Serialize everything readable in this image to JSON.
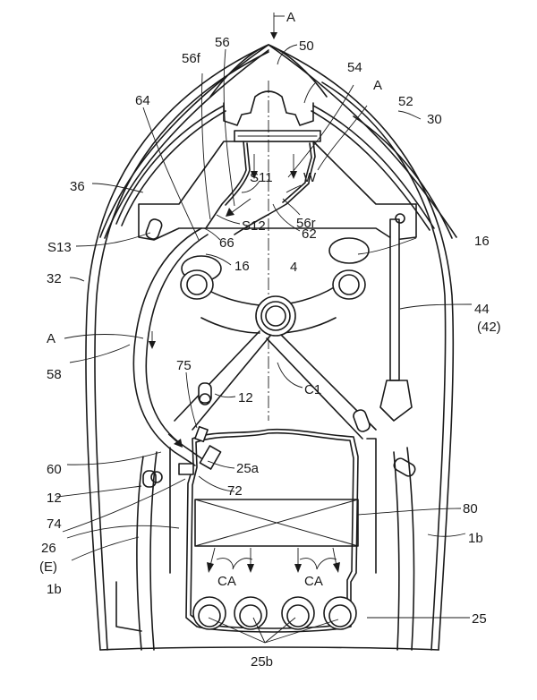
{
  "figure": {
    "type": "patent line drawing (top view, vehicle front section)",
    "colors": {
      "ink": "#1a1a1a",
      "paper": "#ffffff"
    },
    "labels": {
      "section_A_top": "A",
      "n50": "50",
      "n54": "54",
      "n56": "56",
      "n56f": "56f",
      "arrow_A_right": "A",
      "n52": "52",
      "n30": "30",
      "n64": "64",
      "n36": "36",
      "S11": "S11",
      "W": "W",
      "n56r": "56r",
      "S12": "S12",
      "n62": "62",
      "n66": "66",
      "S13": "S13",
      "n16_left": "16",
      "n16_right": "16",
      "n32": "32",
      "n4": "4",
      "n44": "44",
      "n42": "(42)",
      "arrow_A_left": "A",
      "n58": "58",
      "n75": "75",
      "n12_mid": "12",
      "C1": "C1",
      "n60": "60",
      "n25a": "25a",
      "n12_low": "12",
      "n72": "72",
      "n74": "74",
      "n80": "80",
      "n26": "26",
      "E": "(E)",
      "n1b_left": "1b",
      "n1b_right": "1b",
      "CA_left": "CA",
      "CA_right": "CA",
      "n25": "25",
      "n25b": "25b"
    }
  }
}
